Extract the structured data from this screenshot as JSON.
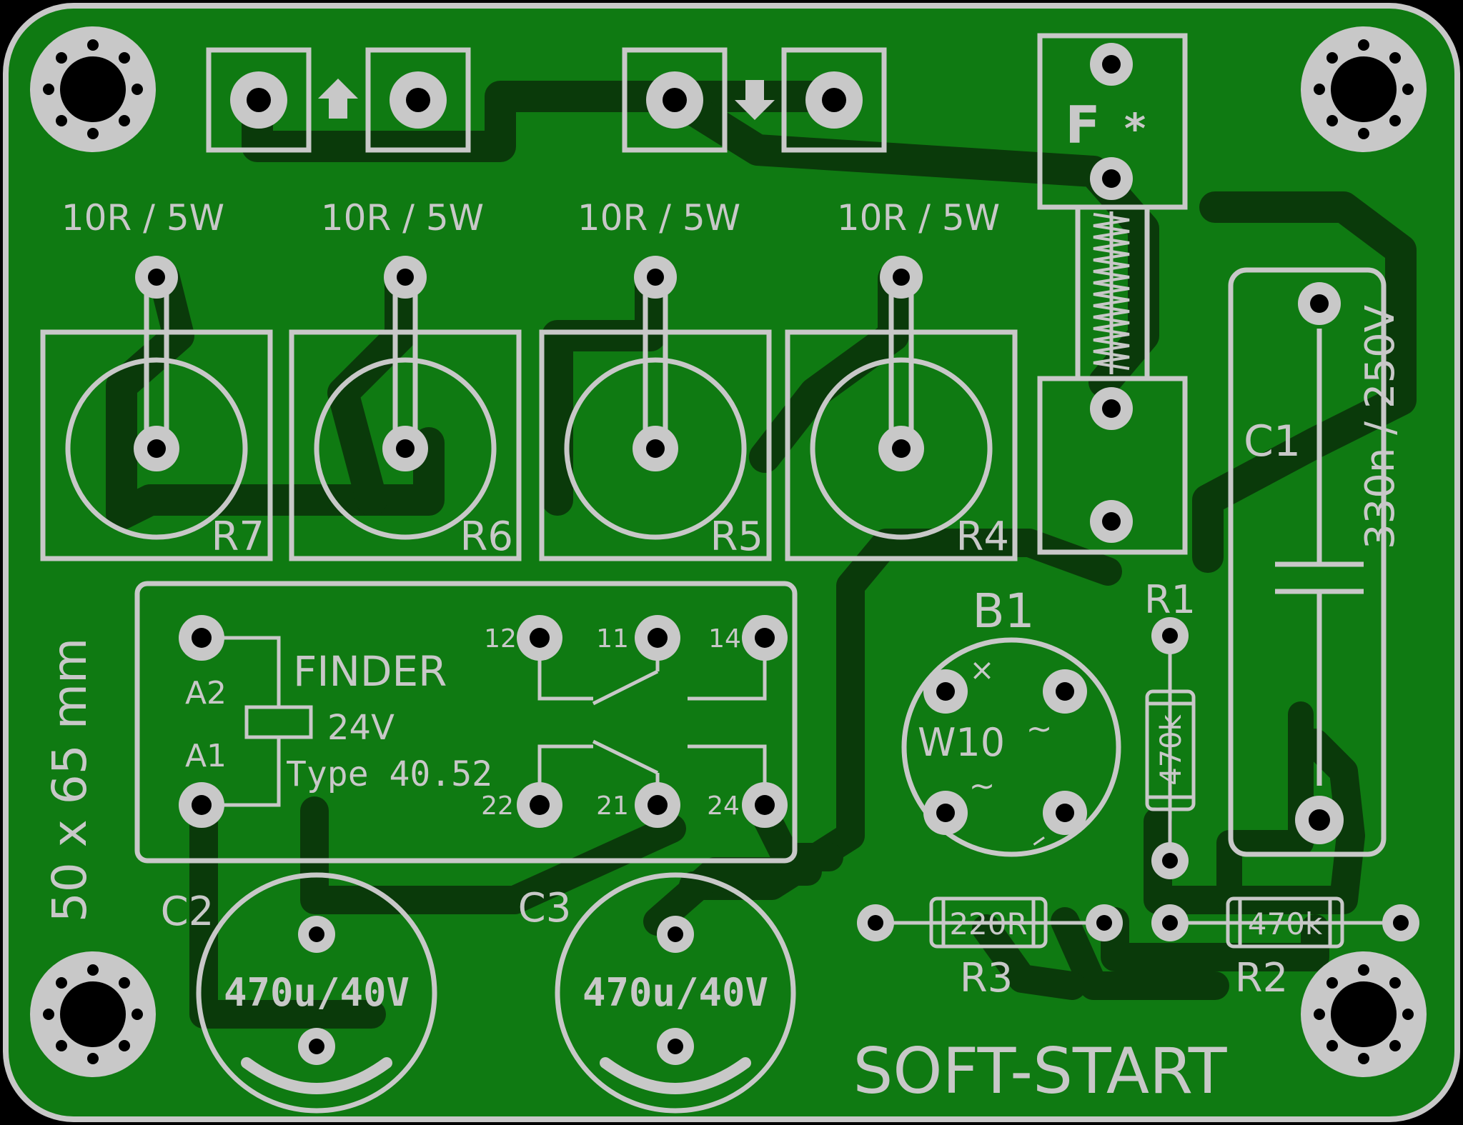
{
  "board": {
    "title": "SOFT-START",
    "size_label": "50 x 65 mm",
    "colors": {
      "substrate": "#0f7a12",
      "copper": "#0a3a0a",
      "silkscreen": "#c8c8c8",
      "hole": "#000000"
    }
  },
  "resistors": {
    "r7": {
      "ref": "R7",
      "value": "10R / 5W"
    },
    "r6": {
      "ref": "R6",
      "value": "10R / 5W"
    },
    "r5": {
      "ref": "R5",
      "value": "10R / 5W"
    },
    "r4": {
      "ref": "R4",
      "value": "10R / 5W"
    },
    "r1": {
      "ref": "R1",
      "value": "470k"
    },
    "r2": {
      "ref": "R2",
      "value": "470k"
    },
    "r3": {
      "ref": "R3",
      "value": "220R"
    }
  },
  "relay": {
    "brand": "FINDER",
    "voltage": "24V",
    "type": "Type 40.52",
    "pins": {
      "a2": "A2",
      "a1": "A1",
      "p12": "12",
      "p11": "11",
      "p14": "14",
      "p22": "22",
      "p21": "21",
      "p24": "24"
    }
  },
  "fuse": {
    "label": "F",
    "mark": "*"
  },
  "bridge": {
    "ref": "B1",
    "part": "W10",
    "ac_mark": "~",
    "plus_mark": "×",
    "minus_mark": "–"
  },
  "capacitors": {
    "c1": {
      "ref": "C1",
      "value": "330n / 250V"
    },
    "c2": {
      "ref": "C2",
      "value": "470u/40V"
    },
    "c3": {
      "ref": "C3",
      "value": "470u/40V"
    }
  },
  "connectors": {
    "input_arrow": "up-arrow-icon",
    "output_arrow": "down-arrow-icon"
  }
}
